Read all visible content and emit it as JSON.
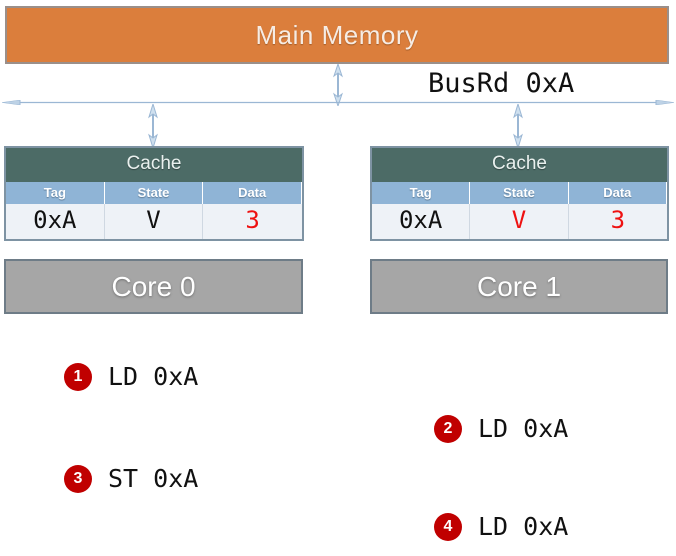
{
  "diagram": {
    "main_memory": {
      "label": "Main Memory",
      "color": "#db7e3c"
    },
    "bus": {
      "label": "BusRd 0xA",
      "line_color": "#9bb7d4",
      "icon": "double-headed-horizontal-arrow"
    },
    "connectors": {
      "icon": "double-headed-vertical-arrow",
      "color": "#9bb7d4"
    },
    "nodes": [
      {
        "id": "left",
        "cache": {
          "title": "Cache",
          "headers": [
            "Tag",
            "State",
            "Data"
          ],
          "row": [
            {
              "value": "0xA",
              "color": "#111111"
            },
            {
              "value": "V",
              "color": "#111111"
            },
            {
              "value": "3",
              "color": "#ee1111"
            }
          ]
        },
        "core": {
          "label": "Core 0",
          "color": "#a6a6a6"
        }
      },
      {
        "id": "right",
        "cache": {
          "title": "Cache",
          "headers": [
            "Tag",
            "State",
            "Data"
          ],
          "row": [
            {
              "value": "0xA",
              "color": "#111111"
            },
            {
              "value": "V",
              "color": "#ee1111"
            },
            {
              "value": "3",
              "color": "#ee1111"
            }
          ]
        },
        "core": {
          "label": "Core 1",
          "color": "#a6a6a6"
        }
      }
    ]
  },
  "steps": [
    {
      "number": "1",
      "text": "LD 0xA"
    },
    {
      "number": "2",
      "text": "LD 0xA"
    },
    {
      "number": "3",
      "text": "ST 0xA"
    },
    {
      "number": "4",
      "text": "LD 0xA"
    }
  ],
  "colors": {
    "memory_orange": "#db7e3c",
    "cache_header_green": "#4c6b66",
    "table_header_blue": "#8fb4d6",
    "core_gray": "#a6a6a6",
    "badge_red": "#c00000",
    "highlight_red": "#ee1111",
    "arrow_blue": "#9bb7d4"
  }
}
